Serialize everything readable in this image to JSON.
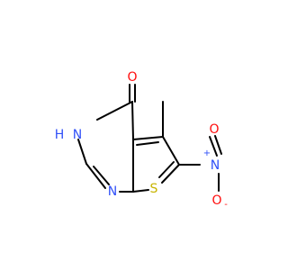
{
  "molecule": {
    "atoms": {
      "oxygen_carbonyl": {
        "label": "O",
        "color": "#FF0D0D"
      },
      "nitrogen_nh": {
        "label": "N",
        "color": "#3050F8"
      },
      "hydrogen_nh": {
        "label": "H",
        "color": "#3050F8"
      },
      "nitrogen_ring": {
        "label": "N",
        "color": "#3050F8"
      },
      "sulfur": {
        "label": "S",
        "color": "#C8B400"
      },
      "nitrogen_nitro": {
        "label": "N",
        "color": "#3050F8"
      },
      "nitro_plus": {
        "label": "+",
        "color": "#3050F8"
      },
      "oxygen_nitro_top": {
        "label": "O",
        "color": "#FF0D0D"
      },
      "oxygen_nitro_bottom": {
        "label": "O",
        "color": "#FF0D0D"
      },
      "nitro_minus": {
        "label": "-",
        "color": "#FF0D0D"
      }
    },
    "bond_color": "#000000",
    "background": "#FFFFFF"
  }
}
